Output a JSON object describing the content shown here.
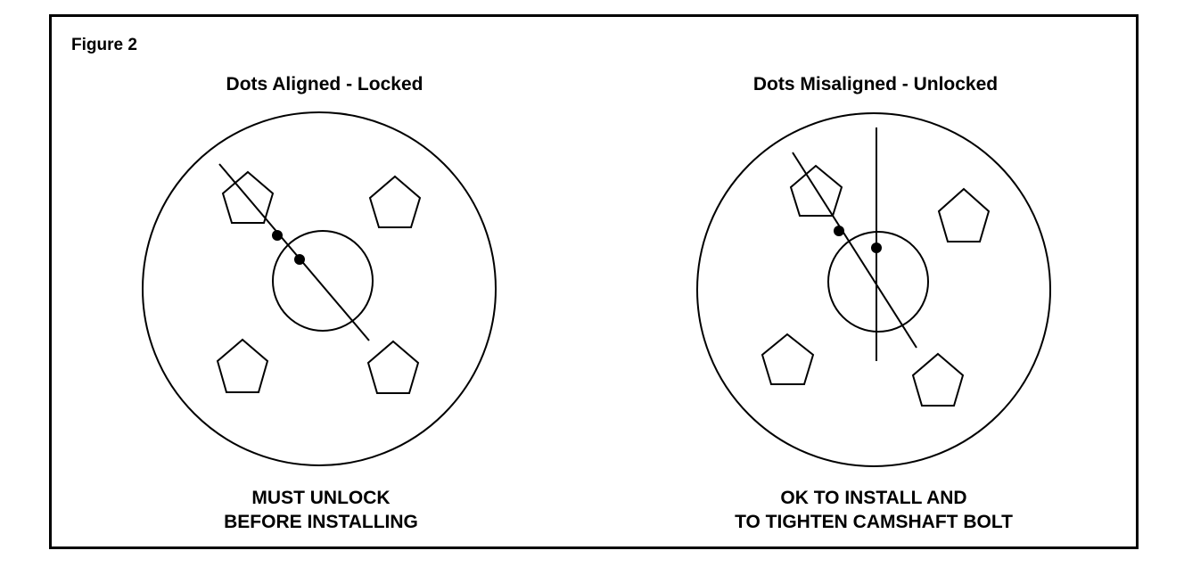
{
  "figure": {
    "label": "Figure 2"
  },
  "panels": [
    {
      "title": "Dots Aligned - Locked",
      "caption_lines": [
        "MUST UNLOCK",
        "BEFORE INSTALLING"
      ]
    },
    {
      "title": "Dots Misaligned - Unlocked",
      "caption_lines": [
        "OK TO INSTALL AND",
        "TO TIGHTEN CAMSHAFT BOLT"
      ]
    }
  ]
}
